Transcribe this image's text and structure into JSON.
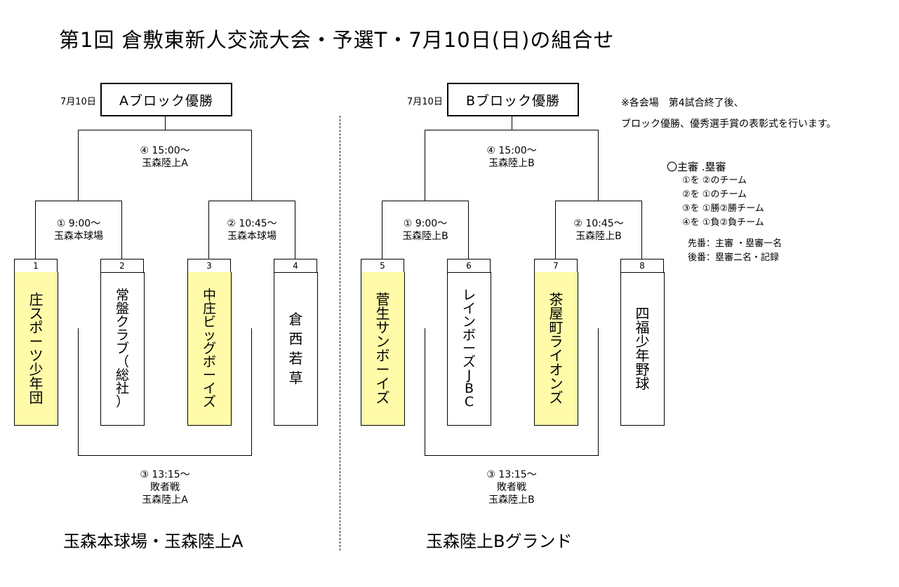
{
  "title": "第1回 倉敷東新人交流大会・予選T・7月10日(日)の組合せ",
  "blocks": {
    "a": {
      "date": "7月10日",
      "winner": "Aブロック優勝",
      "final": {
        "no": "④ 15:00〜",
        "field": "玉森陸上A"
      },
      "game1": {
        "no": "① 9:00〜",
        "field": "玉森本球場"
      },
      "game2": {
        "no": "② 10:45〜",
        "field": "玉森本球場"
      },
      "game3": {
        "no": "③ 13:15〜",
        "type": "敗者戦",
        "field": "玉森陸上A"
      },
      "venue": "玉森本球場・玉森陸上A",
      "teams": [
        {
          "no": "1",
          "name": [
            "庄",
            "ス",
            "ポ",
            "ー",
            "ツ",
            "少",
            "年",
            "団"
          ],
          "highlight": true
        },
        {
          "no": "2",
          "name": [
            "常",
            "盤",
            "ク",
            "ラ",
            "ブ",
            "（",
            "総",
            "社",
            "）"
          ],
          "highlight": false
        },
        {
          "no": "3",
          "name": [
            "中",
            "庄",
            "ビ",
            "ッ",
            "グ",
            "ボ",
            "ー",
            "イ",
            "ズ"
          ],
          "highlight": true
        },
        {
          "no": "4",
          "name": [
            "倉",
            "西",
            "若",
            "草"
          ],
          "highlight": false
        }
      ]
    },
    "b": {
      "date": "7月10日",
      "winner": "Bブロック優勝",
      "final": {
        "no": "④ 15:00〜",
        "field": "玉森陸上B"
      },
      "game1": {
        "no": "① 9:00〜",
        "field": "玉森陸上B"
      },
      "game2": {
        "no": "② 10:45〜",
        "field": "玉森陸上B"
      },
      "game3": {
        "no": "③ 13:15〜",
        "type": "敗者戦",
        "field": "玉森陸上B"
      },
      "venue": "玉森陸上Bグランド",
      "teams": [
        {
          "no": "5",
          "name": [
            "菅",
            "生",
            "サ",
            "ン",
            "ボ",
            "ー",
            "イ",
            "ズ"
          ],
          "highlight": true
        },
        {
          "no": "6",
          "name": [
            "レ",
            "イ",
            "ン",
            "ボ",
            "ー",
            "ズ",
            "J",
            "B",
            "C"
          ],
          "highlight": false
        },
        {
          "no": "7",
          "name": [
            "茶",
            "屋",
            "町",
            "ラ",
            "イ",
            "オ",
            "ン",
            "ズ"
          ],
          "highlight": true
        },
        {
          "no": "8",
          "name": [
            "四",
            "福",
            "少",
            "年",
            "野",
            "球"
          ],
          "highlight": false
        }
      ]
    }
  },
  "notes": {
    "ceremony_line1": "※各会場　第4試合終了後、",
    "ceremony_line2": "ブロック優勝、優秀選手賞の表彰式を行います。",
    "umpire_title": "〇主審 .塁審",
    "umpire_rules": [
      "①を ②のチーム",
      "②を ①のチーム",
      "③を ①勝②勝チーム",
      "④を ①負②負チーム"
    ],
    "first_half": "先番：主審 ・塁審一名",
    "second_half": "後番：塁審二名・記録"
  },
  "colors": {
    "highlight": "#fffba8",
    "line": "#000000"
  }
}
